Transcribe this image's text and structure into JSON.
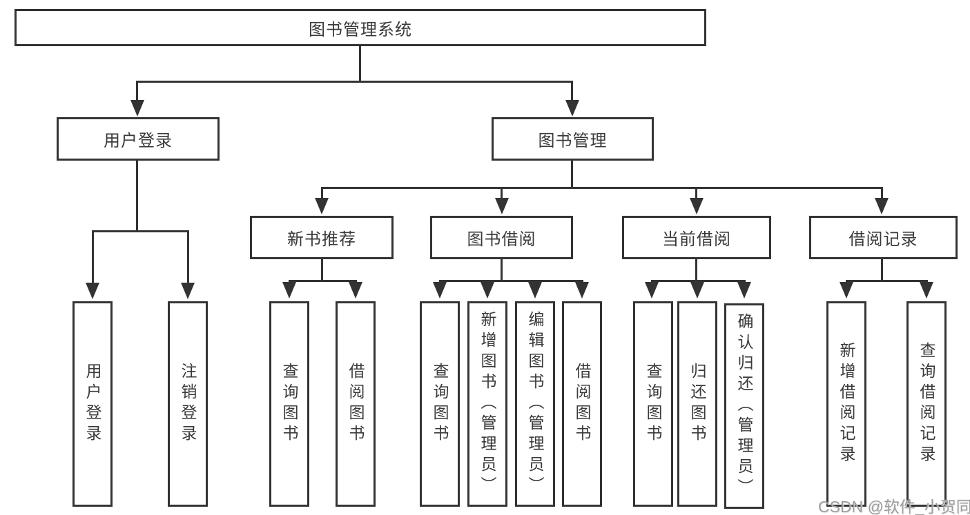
{
  "diagram_type": "hierarchy-tree",
  "tree": {
    "label": "图书管理系统",
    "children": [
      {
        "label": "用户登录",
        "children": [
          {
            "label": "用户登录"
          },
          {
            "label": "注销登录"
          }
        ]
      },
      {
        "label": "图书管理",
        "children": [
          {
            "label": "新书推荐",
            "children": [
              {
                "label": "查询图书"
              },
              {
                "label": "借阅图书"
              }
            ]
          },
          {
            "label": "图书借阅",
            "children": [
              {
                "label": "查询图书"
              },
              {
                "label": "新增图书（管理员）"
              },
              {
                "label": "编辑图书（管理员）"
              },
              {
                "label": "借阅图书"
              }
            ]
          },
          {
            "label": "当前借阅",
            "children": [
              {
                "label": "查询图书"
              },
              {
                "label": "归还图书"
              },
              {
                "label": "确认归还（管理员）"
              }
            ]
          },
          {
            "label": "借阅记录",
            "children": [
              {
                "label": "新增借阅记录"
              },
              {
                "label": "查询借阅记录"
              }
            ]
          }
        ]
      }
    ]
  },
  "watermark": {
    "text": "CSDN @软件_小贺同学"
  },
  "colors": {
    "line": "#333333",
    "text": "#3a3a3a",
    "watermark": "#9e9e9e",
    "background": "#ffffff"
  }
}
